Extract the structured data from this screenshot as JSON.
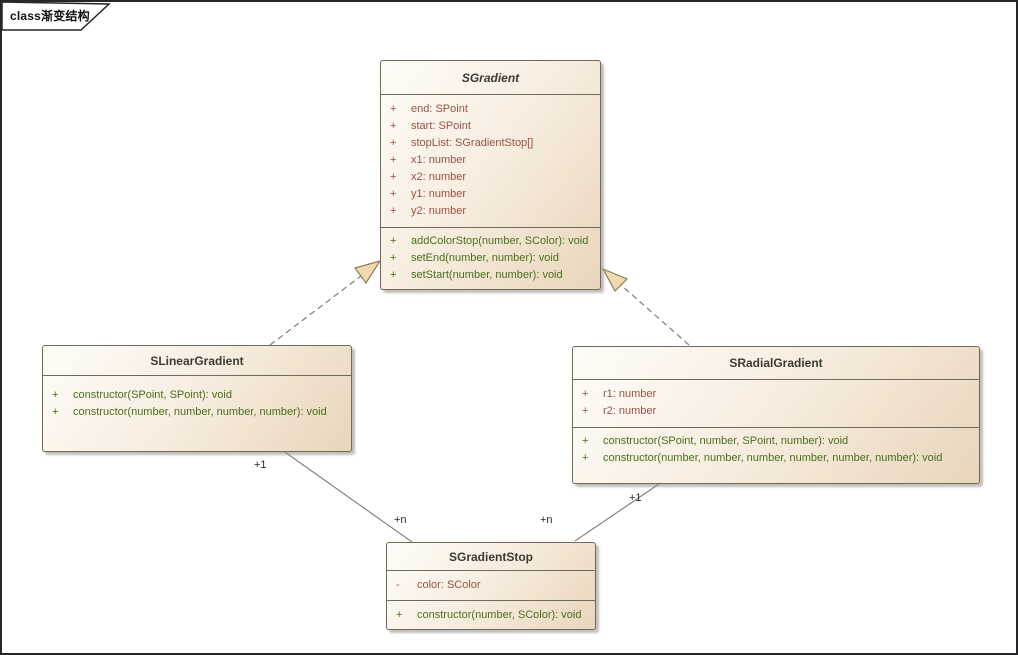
{
  "frame": {
    "label": "class渐变结构"
  },
  "colors": {
    "attribute_text": "#9a5145",
    "method_text": "#47701d",
    "class_fill_start": "#fefcf8",
    "class_fill_end": "#e9d5bb",
    "class_border": "#6e6a5c",
    "connector": "#85857d",
    "arrowhead_fill": "#f0d9ae"
  },
  "classes": {
    "sgradient": {
      "name": "SGradient",
      "attributes": [
        {
          "vis": "+",
          "text": "end: SPoint"
        },
        {
          "vis": "+",
          "text": "start: SPoint"
        },
        {
          "vis": "+",
          "text": "stopList: SGradientStop[]"
        },
        {
          "vis": "+",
          "text": "x1: number"
        },
        {
          "vis": "+",
          "text": "x2: number"
        },
        {
          "vis": "+",
          "text": "y1: number"
        },
        {
          "vis": "+",
          "text": "y2: number"
        }
      ],
      "methods": [
        {
          "vis": "+",
          "text": "addColorStop(number, SColor): void"
        },
        {
          "vis": "+",
          "text": "setEnd(number, number): void"
        },
        {
          "vis": "+",
          "text": "setStart(number, number): void"
        }
      ]
    },
    "slineargradient": {
      "name": "SLinearGradient",
      "methods": [
        {
          "vis": "+",
          "text": "constructor(SPoint, SPoint): void"
        },
        {
          "vis": "+",
          "text": "constructor(number, number, number, number): void"
        }
      ]
    },
    "sradialgradient": {
      "name": "SRadialGradient",
      "attributes": [
        {
          "vis": "+",
          "text": "r1: number"
        },
        {
          "vis": "+",
          "text": "r2: number"
        }
      ],
      "methods": [
        {
          "vis": "+",
          "text": "constructor(SPoint, number, SPoint, number): void"
        },
        {
          "vis": "+",
          "text": "constructor(number, number, number, number, number, number): void"
        }
      ]
    },
    "sgradientstop": {
      "name": "SGradientStop",
      "attributes": [
        {
          "vis": "-",
          "text": "color: SColor"
        }
      ],
      "methods": [
        {
          "vis": "+",
          "text": "constructor(number, SColor): void"
        }
      ]
    }
  },
  "relationships": {
    "linear_to_stop": {
      "near_linear": "+1",
      "near_stop": "+n"
    },
    "radial_to_stop": {
      "near_radial": "+1",
      "near_stop": "+n"
    }
  }
}
